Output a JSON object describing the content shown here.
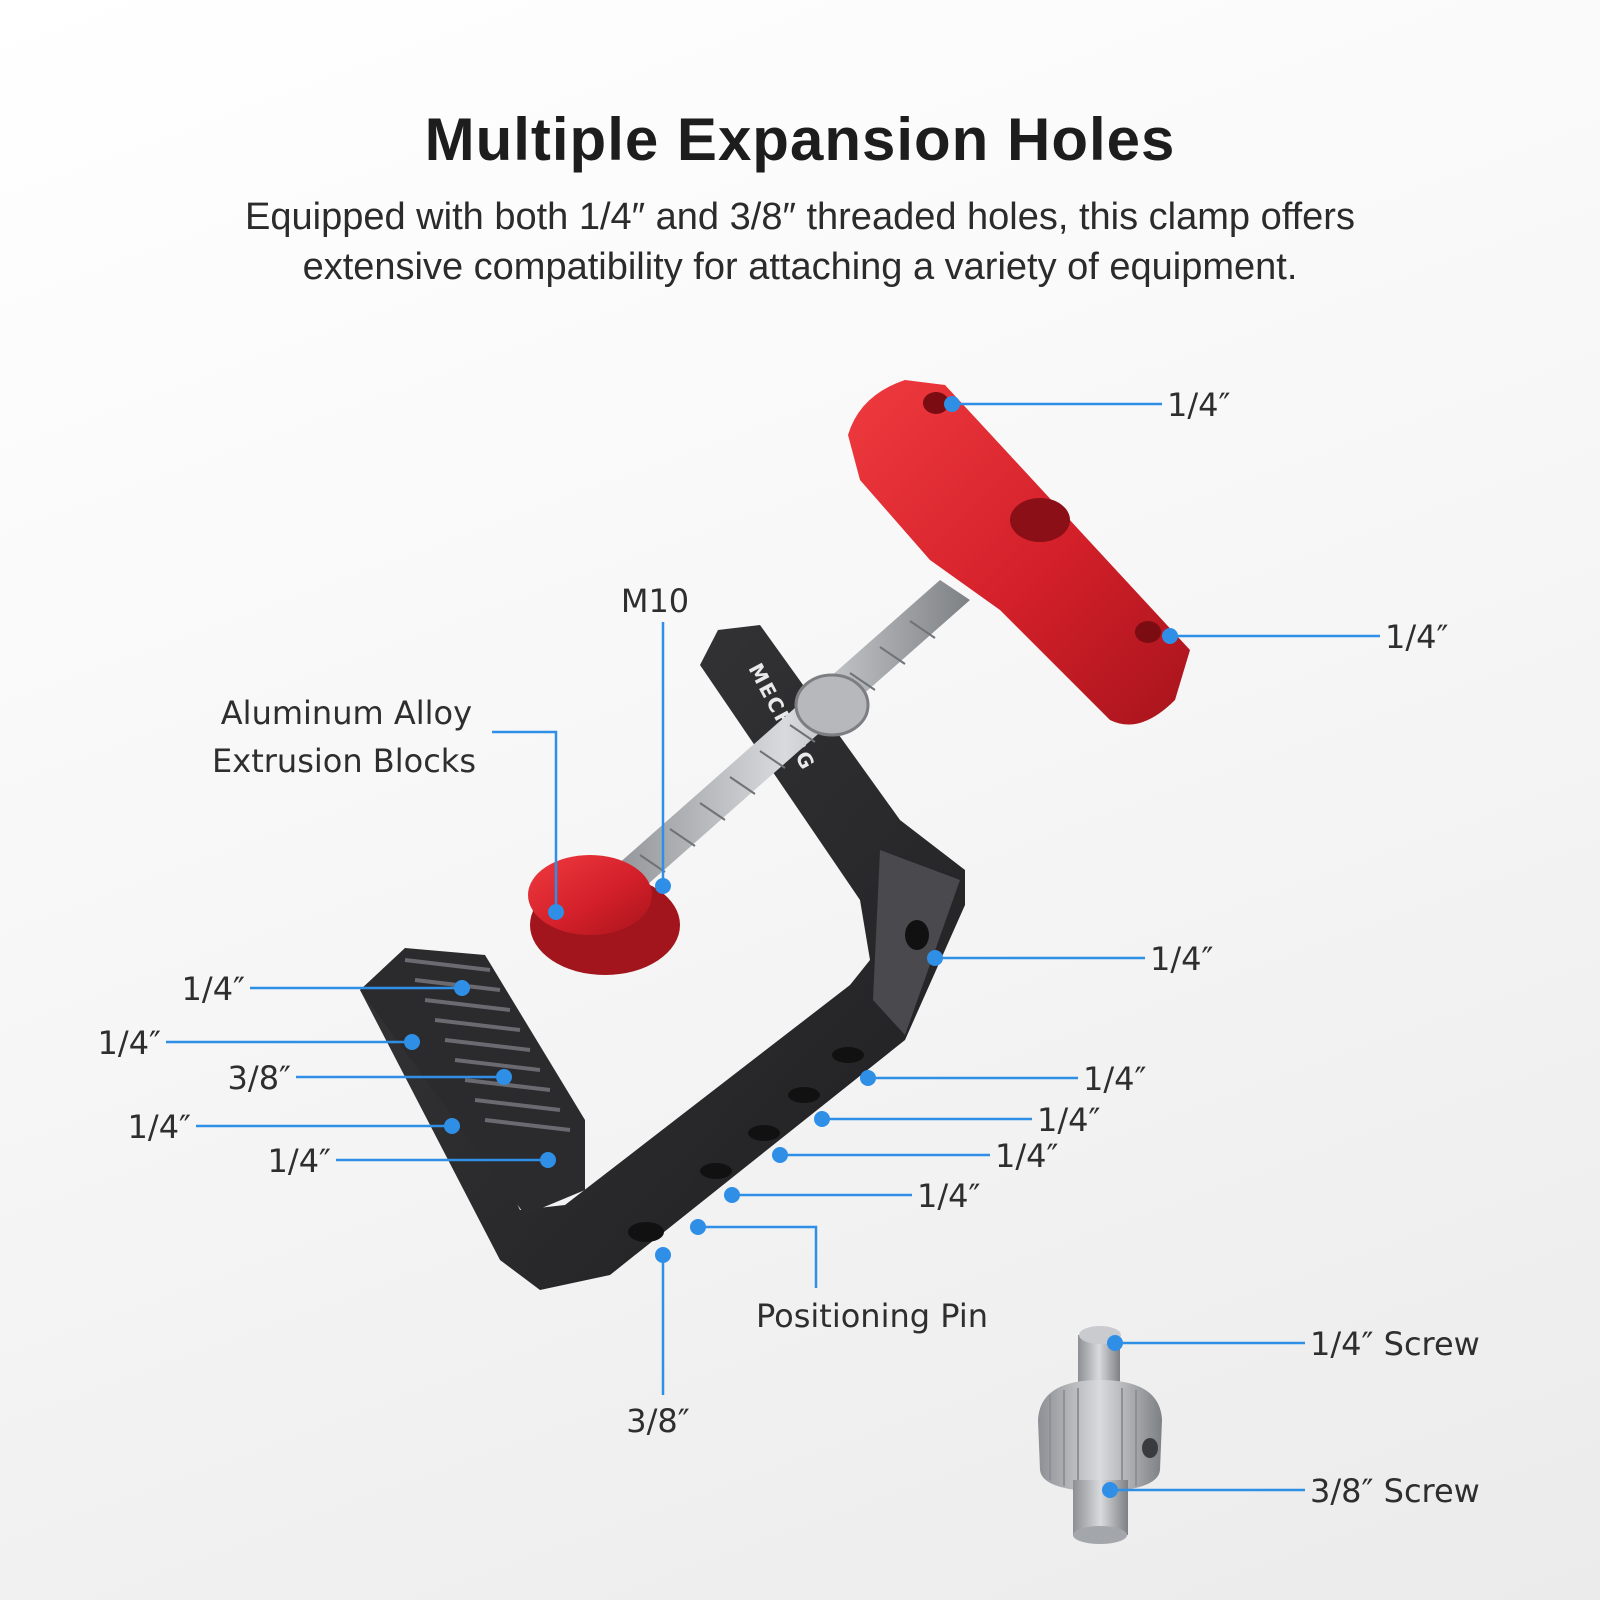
{
  "header": {
    "title": "Multiple Expansion Holes",
    "subtitle_line1": "Equipped with both 1/4″ and 3/8″ threaded holes, this clamp offers",
    "subtitle_line2": "extensive compatibility for attaching a variety of equipment."
  },
  "product": {
    "brand": "MECHRIG"
  },
  "callouts": {
    "handle_top": "1/4″",
    "handle_bottom": "1/4″",
    "m10": "M10",
    "alu_line1": "Aluminum Alloy",
    "alu_line2": "Extrusion Blocks",
    "side_hole": "1/4″",
    "jaw_1": "1/4″",
    "jaw_2": "1/4″",
    "jaw_3": "3/8″",
    "jaw_4": "1/4″",
    "jaw_5": "1/4″",
    "row_1": "1/4″",
    "row_2": "1/4″",
    "row_3": "1/4″",
    "row_4": "1/4″",
    "positioning_pin": "Positioning Pin",
    "bottom_hole": "3/8″",
    "screw_top": "1/4″  Screw",
    "screw_bottom": "3/8″  Screw"
  },
  "colors": {
    "accent": "#2f8fe6",
    "clamp_body": "#2a2a2c",
    "handle": "#d8242b",
    "screw": "#b9bcc0"
  }
}
